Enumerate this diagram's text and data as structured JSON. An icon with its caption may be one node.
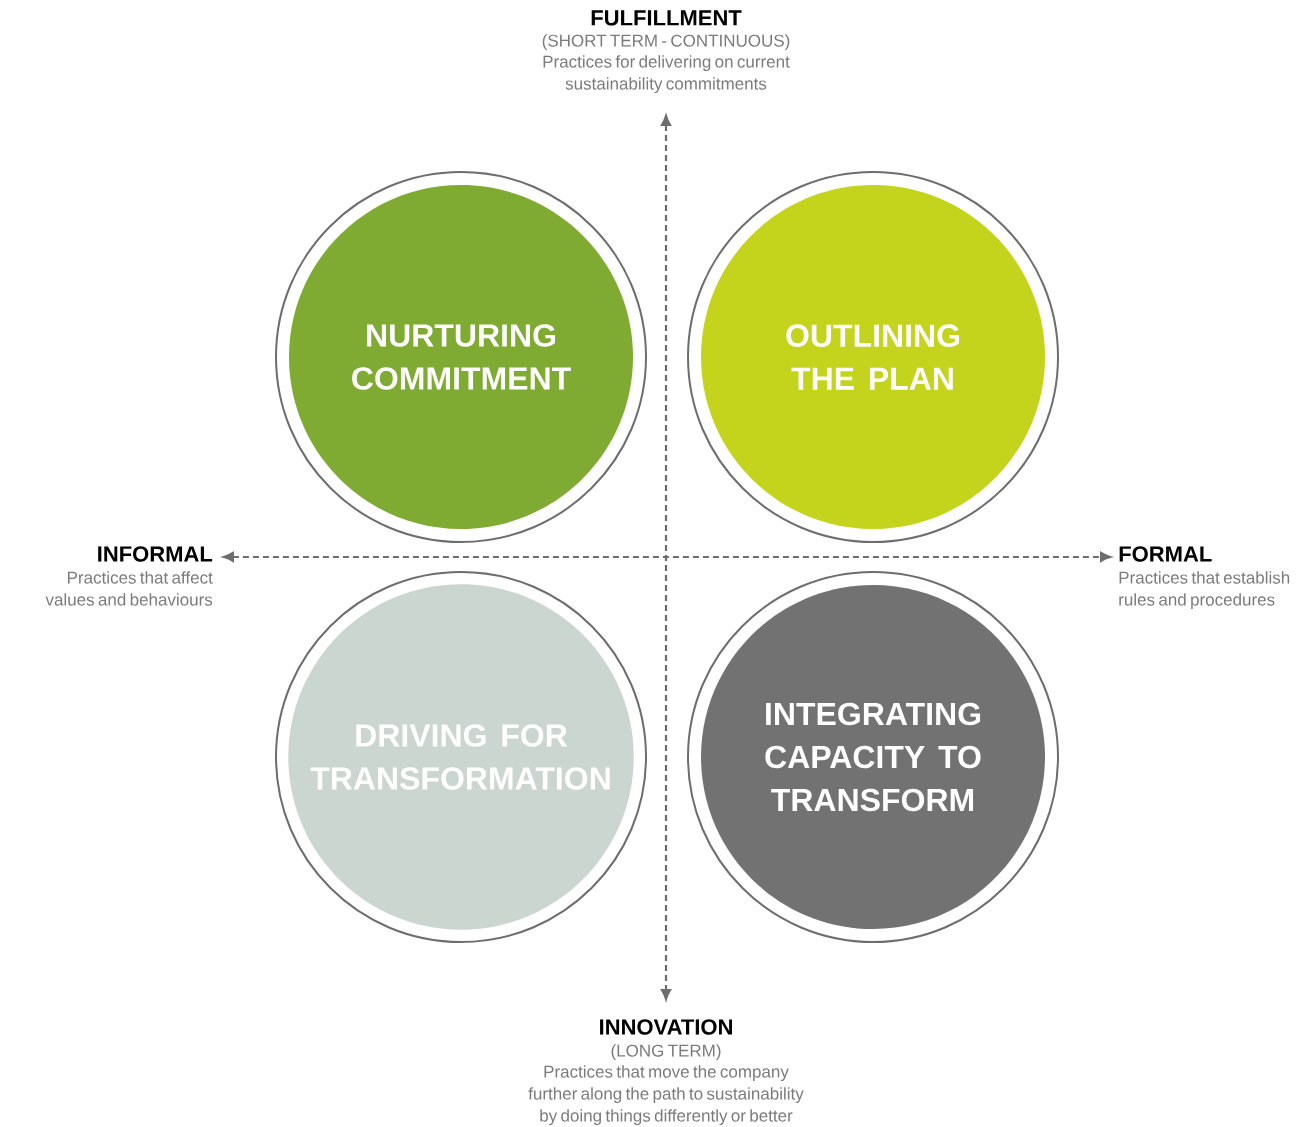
{
  "diagram": {
    "nodes": [
      {
        "text": [
          "NURTURING COMMITMENT"
        ]
      },
      {
        "text": [
          "OUTLINING THE PLAN"
        ]
      },
      {
        "text": [
          "DRIVING FOR TRANSFORMATION"
        ]
      },
      {
        "text": [
          "INTEGRATING CAPACITY TO TRANSFORM"
        ]
      }
    ],
    "labels": [
      "FULFILLMENT",
      "(SHORT TERM - CONTINUOUS)",
      "Practices  for delivering on current sustainability commitments",
      "INFORMAL",
      "Practices that affect values and behaviours",
      "FORMAL",
      "Practices that establish rules and procedures",
      "INNOVATION",
      "(LONG TERM)",
      "Practices that move the company further along the path to sustainability by doing things differently or better"
    ]
  }
}
